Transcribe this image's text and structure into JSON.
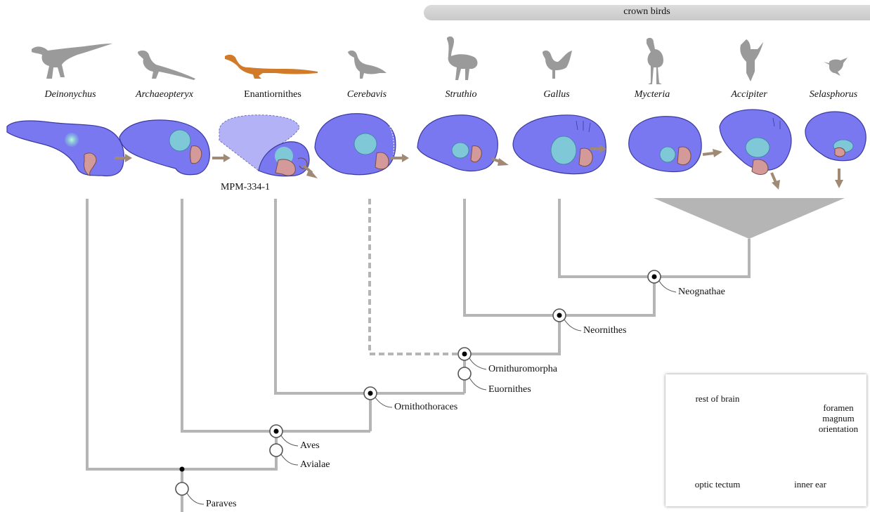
{
  "crown_group": {
    "label": "crown birds"
  },
  "taxa": [
    {
      "name": "Deinonychus",
      "italic": true
    },
    {
      "name": "Archaeopteryx",
      "italic": true
    },
    {
      "name": "Enantiornithes",
      "italic": false
    },
    {
      "name": "Cerebavis",
      "italic": true
    },
    {
      "name": "Struthio",
      "italic": true
    },
    {
      "name": "Gallus",
      "italic": true
    },
    {
      "name": "Mycteria",
      "italic": true
    },
    {
      "name": "Accipiter",
      "italic": true
    },
    {
      "name": "Selasphorus",
      "italic": true
    }
  ],
  "specimen_label": "MPM-334-1",
  "clades": {
    "paraves": "Paraves",
    "avialae": "Avialae",
    "aves": "Aves",
    "ornithothoraces": "Ornithothoraces",
    "euornithes": "Euornithes",
    "ornithuromorpha": "Ornithuromorpha",
    "neornithes": "Neornithes",
    "neognathae": "Neognathae"
  },
  "legend": {
    "rest_of_brain": "rest of brain",
    "optic_tectum": "optic tectum",
    "inner_ear": "inner ear",
    "foramen_line1": "foramen",
    "foramen_line2": "magnum",
    "foramen_line3": "orientation"
  },
  "colors": {
    "brain": "#7a78f0",
    "brain_outline": "#3a3aa0",
    "tectum": "#7fc8d8",
    "inner_ear": "#d49a9a",
    "arrow": "#a08a75",
    "tree": "#b5b5b5",
    "silhouette": "#9a9a9a",
    "enantiornithes": "#d07a2a"
  }
}
